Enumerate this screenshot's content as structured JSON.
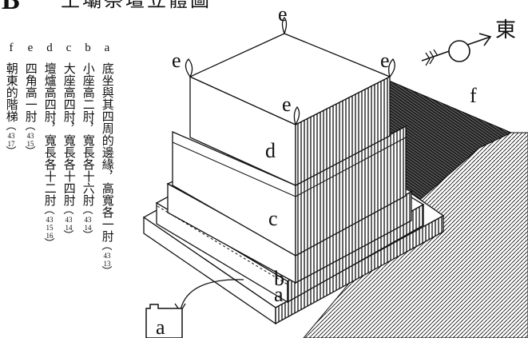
{
  "figure": {
    "letter": "B",
    "title": "土壩祭壇立體圖"
  },
  "legend": [
    {
      "key": "f",
      "text": "朝東的階梯",
      "cite": [
        "43",
        "17"
      ]
    },
    {
      "key": "e",
      "text": "四角高一肘",
      "cite": [
        "43",
        "15"
      ]
    },
    {
      "key": "d",
      "text": "壇爐高四肘，寬長各十二肘",
      "cite": [
        "43",
        "15",
        "16"
      ]
    },
    {
      "key": "c",
      "text": "大座高四肘，寬長各十四肘",
      "cite": [
        "43",
        "14"
      ]
    },
    {
      "key": "b",
      "text": "小座高二肘，寬長各十六肘",
      "cite": [
        "43",
        "14"
      ]
    },
    {
      "key": "a",
      "text": "底坐與其四周的邊緣，高寬各一肘",
      "cite": [
        "43",
        "13"
      ]
    }
  ],
  "diagram": {
    "labels": {
      "a": "a",
      "b": "b",
      "c": "c",
      "d": "d",
      "f": "f",
      "e": "e"
    },
    "east_label": "東",
    "inset_label": "a"
  }
}
